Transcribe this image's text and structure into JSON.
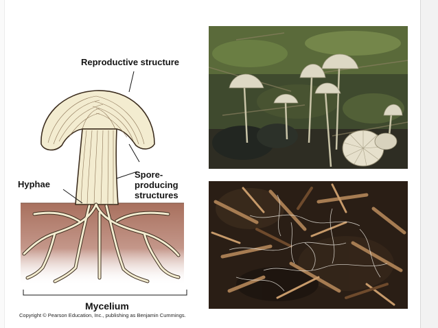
{
  "labels": {
    "reproductive_structure": "Reproductive structure",
    "hyphae": "Hyphae",
    "spore_line1": "Spore-",
    "spore_line2": "producing",
    "spore_line3": "structures",
    "mycelium": "Mycelium"
  },
  "caption": "Copyright © Pearson Education, Inc., publishing as Benjamin Cummings.",
  "colors": {
    "soil": "#b07d6a",
    "hyphae": "#f3ecd0",
    "hyphae_outline": "#3c2d1e",
    "label_text": "#141414"
  }
}
